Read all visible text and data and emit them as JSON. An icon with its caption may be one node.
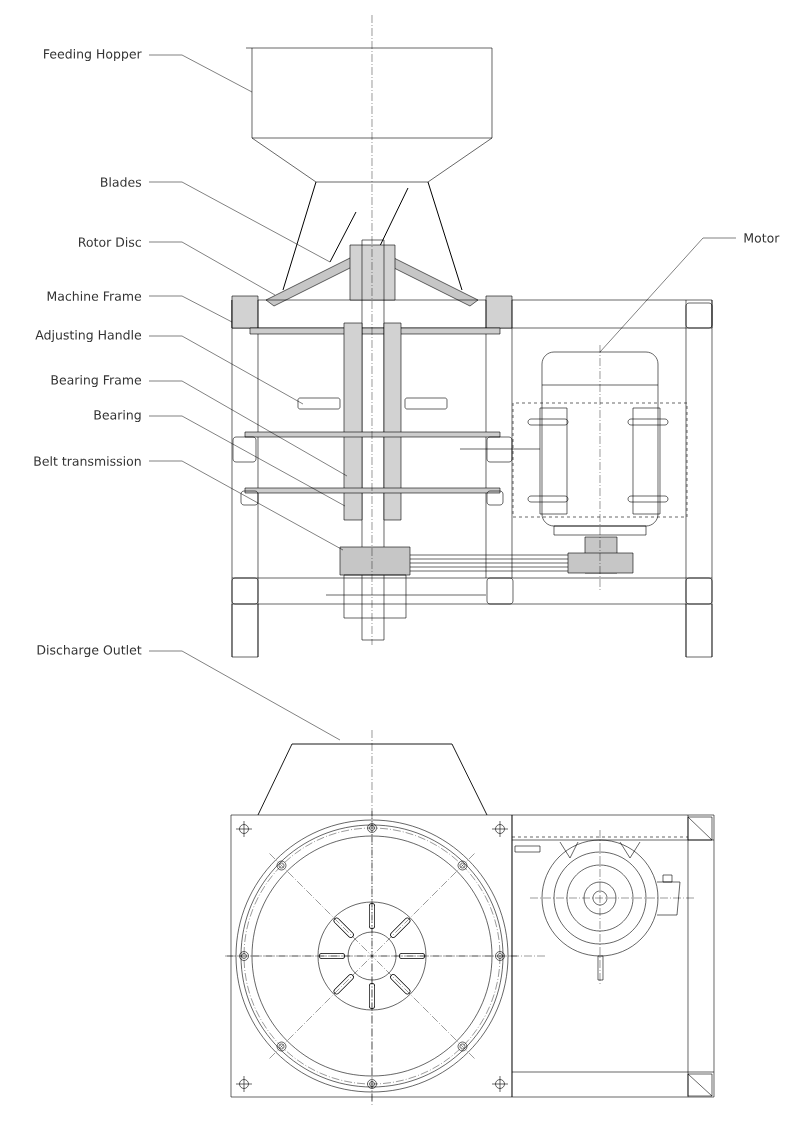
{
  "diagram": {
    "nodes": [
      {
        "text": [
          "Feeding Hopper"
        ]
      },
      {
        "text": [
          "Blades"
        ]
      },
      {
        "text": [
          "Motor"
        ]
      },
      {
        "text": [
          "Rotor Disc"
        ]
      },
      {
        "text": [
          "Machine Frame"
        ]
      },
      {
        "text": [
          "Adjusting Handle"
        ]
      },
      {
        "text": [
          "Bearing Frame"
        ]
      },
      {
        "text": [
          "Bearing"
        ]
      },
      {
        "text": [
          "Belt transmission"
        ]
      },
      {
        "text": [
          "Discharge Outlet"
        ]
      }
    ],
    "edges": [
      {
        "from": 0,
        "to": null,
        "arrow": "none"
      },
      {
        "from": 1,
        "to": null,
        "arrow": "none"
      },
      {
        "from": 2,
        "to": null,
        "arrow": "none"
      },
      {
        "from": 3,
        "to": null,
        "arrow": "none"
      },
      {
        "from": 4,
        "to": null,
        "arrow": "none"
      },
      {
        "from": 5,
        "to": null,
        "arrow": "none"
      },
      {
        "from": 6,
        "to": null,
        "arrow": "none"
      },
      {
        "from": 7,
        "to": null,
        "arrow": "none"
      },
      {
        "from": 8,
        "to": null,
        "arrow": "none"
      },
      {
        "from": 9,
        "to": null,
        "arrow": "none"
      }
    ]
  }
}
